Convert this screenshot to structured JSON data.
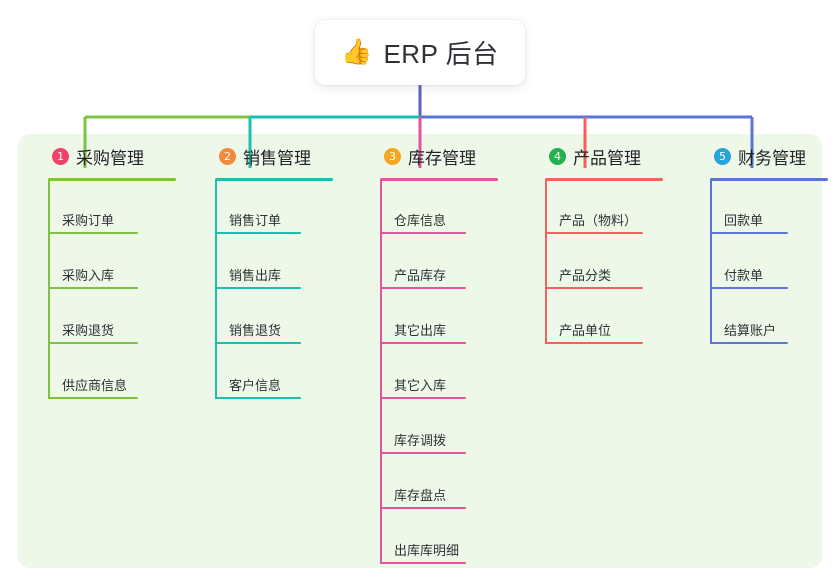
{
  "diagram": {
    "title": "ERP 后台 思维导图",
    "root": {
      "emoji_icon": "thumbs-up-icon",
      "emoji": "👍",
      "label": "ERP 后台"
    },
    "panel_color": "#eef8e9",
    "stem_color": "#5b5fc7",
    "branches": [
      {
        "number": "1",
        "badge_color": "#f2426a",
        "line_color": "#7dc242",
        "label": "采购管理",
        "children": [
          {
            "label": "采购订单"
          },
          {
            "label": "采购入库"
          },
          {
            "label": "采购退货"
          },
          {
            "label": "供应商信息"
          }
        ]
      },
      {
        "number": "2",
        "badge_color": "#f08a3c",
        "line_color": "#1bbfae",
        "label": "销售管理",
        "children": [
          {
            "label": "销售订单"
          },
          {
            "label": "销售出库"
          },
          {
            "label": "销售退货"
          },
          {
            "label": "客户信息"
          }
        ]
      },
      {
        "number": "3",
        "badge_color": "#f5a623",
        "line_color": "#e455a0",
        "label": "库存管理",
        "children": [
          {
            "label": "仓库信息"
          },
          {
            "label": "产品库存"
          },
          {
            "label": "其它出库"
          },
          {
            "label": "其它入库"
          },
          {
            "label": "库存调拨"
          },
          {
            "label": "库存盘点"
          },
          {
            "label": "出库库明细"
          }
        ]
      },
      {
        "number": "4",
        "badge_color": "#22b14c",
        "line_color": "#f4605c",
        "label": "产品管理",
        "children": [
          {
            "label": "产品（物料）"
          },
          {
            "label": "产品分类"
          },
          {
            "label": "产品单位"
          }
        ]
      },
      {
        "number": "5",
        "badge_color": "#29a3dc",
        "line_color": "#5b74d8",
        "label": "财务管理",
        "children": [
          {
            "label": "回款单"
          },
          {
            "label": "付款单"
          },
          {
            "label": "结算账户"
          }
        ]
      }
    ]
  }
}
